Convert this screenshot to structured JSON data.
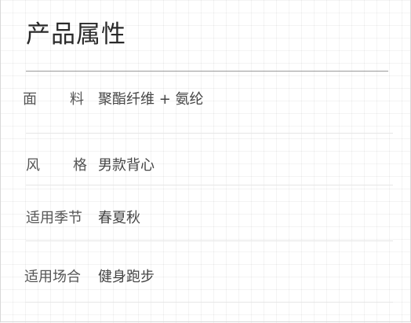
{
  "section": {
    "title": "产品属性"
  },
  "attributes": [
    {
      "label_chars": [
        "面",
        "料"
      ],
      "value": "聚酯纤维 + 氨纶"
    },
    {
      "label_chars": [
        "风",
        "格"
      ],
      "value": "男款背心"
    },
    {
      "label": "适用季节",
      "value": "春夏秋"
    },
    {
      "label": "适用场合",
      "value": "健身跑步"
    }
  ]
}
